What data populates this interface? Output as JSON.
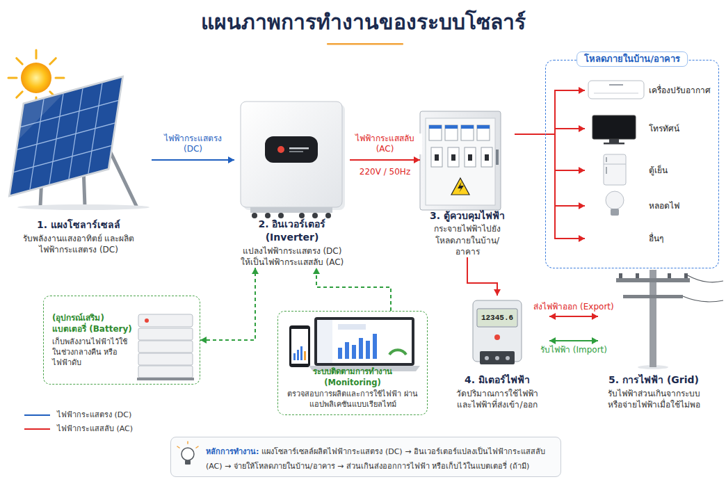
{
  "diagram": {
    "title": "แผนภาพการทำงานของระบบโซลาร์",
    "nodes": [
      {
        "text": [
          "1. แผงโซลาร์เซลล์",
          "รับพลังงานแสงอาทิตย์ และผลิตไฟฟ้ากระแสตรง (DC)"
        ]
      },
      {
        "text": [
          "2. อินเวอร์เตอร์ (Inverter)",
          "แปลงไฟฟ้ากระแสตรง (DC) ให้เป็นไฟฟ้ากระแสสลับ (AC)"
        ]
      },
      {
        "text": [
          "3. ตู้ควบคุมไฟฟ้า",
          "กระจายไฟฟ้าไปยัง โหลดภายในบ้าน/อาคาร"
        ]
      },
      {
        "text": [
          "โหลดภายในบ้าน/อาคาร"
        ]
      },
      {
        "text": [
          "เครื่องปรับอากาศ"
        ],
        "in": 3
      },
      {
        "text": [
          "โทรทัศน์"
        ],
        "in": 3
      },
      {
        "text": [
          "ตู้เย็น"
        ],
        "in": 3
      },
      {
        "text": [
          "หลอดไฟ"
        ],
        "in": 3
      },
      {
        "text": [
          "อื่นๆ"
        ],
        "in": 3
      },
      {
        "text": [
          "(อุปกรณ์เสริม) แบตเตอรี่ (Battery)",
          "เก็บพลังงานไฟฟ้าไว้ใช้ ในช่วงกลางคืน หรือไฟฟ้าดับ"
        ]
      },
      {
        "text": [
          "ระบบติดตามการทำงาน (Monitoring)",
          "ตรวจสอบการผลิตและการใช้ไฟฟ้า ผ่านแอปพลิเคชันแบบเรียลไทม์"
        ]
      },
      {
        "text": [
          "4. มิเตอร์ไฟฟ้า",
          "วัดปริมาณการใช้ไฟฟ้า และไฟฟ้าที่ส่งเข้า/ออก"
        ]
      },
      {
        "text": [
          "5. การไฟฟ้า (Grid)",
          "รับไฟฟ้าส่วนเกินจากระบบ หรือจ่ายไฟฟ้าเมื่อใช้ไม่พอ"
        ]
      },
      {
        "text": [
          "หลักการทำงาน:",
          "แผงโซลาร์เซลล์ผลิตไฟฟ้ากระแสตรง (DC) → อินเวอร์เตอร์แปลงเป็นไฟฟ้ากระแสสลับ (AC) → จ่ายให้โหลดภายในบ้าน/อาคาร → ส่วนเกินส่งออกการไฟฟ้า หรือเก็บไว้ในแบตเตอรี่ (ถ้ามี)"
        ]
      }
    ],
    "edges": [
      {
        "from": 0,
        "to": 1,
        "arrow": "to",
        "label": "ไฟฟ้ากระแสตรง (DC)"
      },
      {
        "from": 1,
        "to": 2,
        "arrow": "to",
        "label": "ไฟฟ้ากระแสสลับ (AC)"
      },
      {
        "from": 2,
        "to": 4,
        "arrow": "to"
      },
      {
        "from": 2,
        "to": 5,
        "arrow": "to"
      },
      {
        "from": 2,
        "to": 6,
        "arrow": "to"
      },
      {
        "from": 2,
        "to": 7,
        "arrow": "to"
      },
      {
        "from": 2,
        "to": 8,
        "arrow": "to"
      },
      {
        "from": 2,
        "to": 11,
        "arrow": "to"
      },
      {
        "from": 11,
        "to": 12,
        "arrow": "both",
        "label": "ส่งไฟฟ้าออก (Export)"
      },
      {
        "from": 11,
        "to": 12,
        "arrow": "both",
        "label": "รับไฟฟ้า (Import)"
      },
      {
        "from": 9,
        "to": 1,
        "arrow": "both"
      },
      {
        "from": 10,
        "to": 1,
        "arrow": "to"
      }
    ],
    "labels": [
      "220V / 50Hz",
      "12345.6"
    ],
    "legend": [
      {
        "text": "ไฟฟ้ากระแสตรง (DC)"
      },
      {
        "text": "ไฟฟ้ากระแสสลับ (AC)"
      }
    ]
  }
}
